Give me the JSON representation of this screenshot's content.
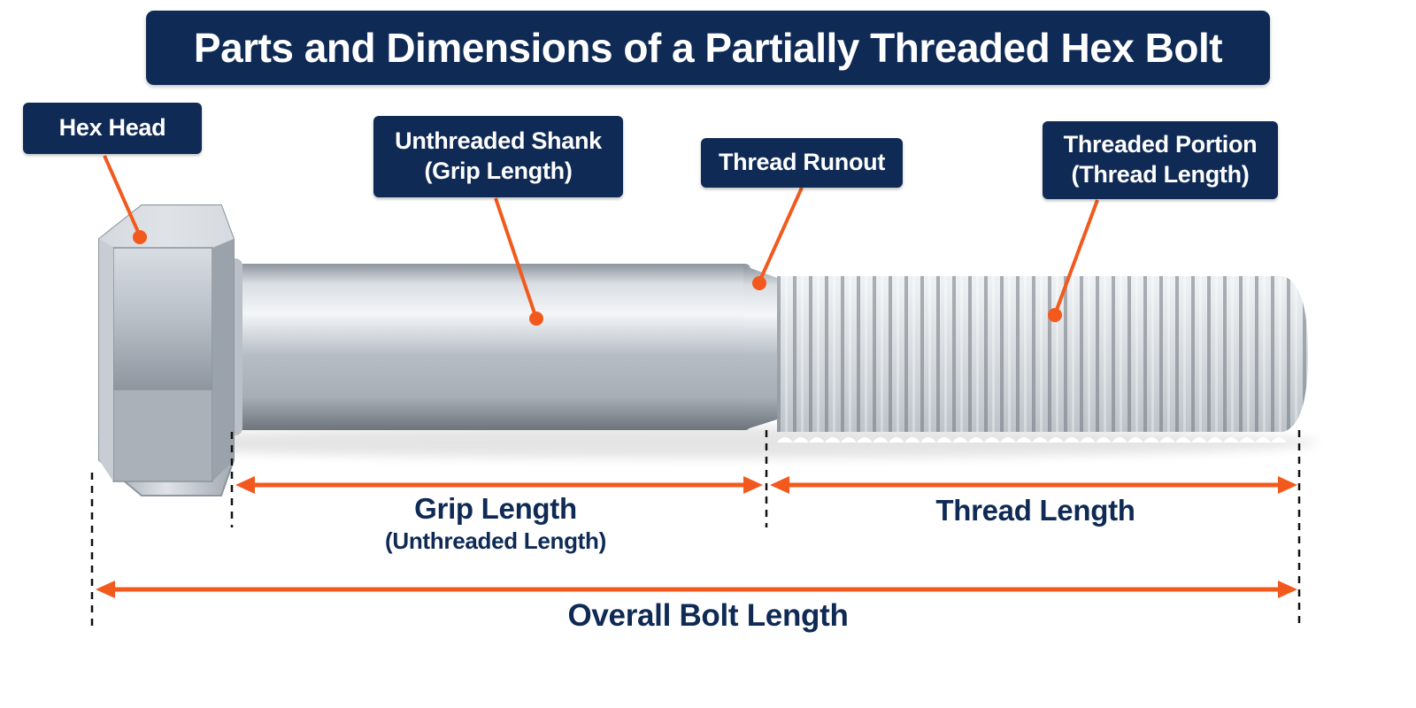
{
  "title": "Parts and Dimensions of a Partially Threaded Hex Bolt",
  "callouts": {
    "hex_head": "Hex Head",
    "unthreaded_shank": {
      "line1": "Unthreaded Shank",
      "line2": "(Grip Length)"
    },
    "thread_runout": "Thread Runout",
    "threaded_portion": {
      "line1": "Threaded Portion",
      "line2": "(Thread Length)"
    }
  },
  "dimensions": {
    "grip": {
      "label": "Grip Length",
      "sublabel": "(Unthreaded Length)"
    },
    "thread": {
      "label": "Thread Length"
    },
    "overall": {
      "label": "Overall Bolt Length"
    }
  },
  "colors": {
    "navy": "#0e2a55",
    "accent": "#f25a1d",
    "steel": "#c9cfd6"
  }
}
